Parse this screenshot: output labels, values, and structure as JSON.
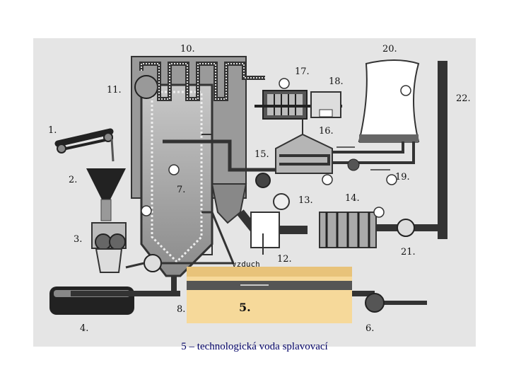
{
  "labels": {
    "l1": "1.",
    "l2": "2.",
    "l3": "3.",
    "l4": "4.",
    "l5": "5.",
    "l6": "6.",
    "l7": "7.",
    "l8": "8.",
    "l10": "10.",
    "l11": "11.",
    "l12": "12.",
    "l13": "13.",
    "l14": "14.",
    "l15": "15.",
    "l16": "16.",
    "l17": "17.",
    "l18": "18.",
    "l19": "19.",
    "l20": "20.",
    "l21": "21.",
    "l22": "22."
  },
  "air_label": "vzduch",
  "caption": "5 – technologická voda splavovací",
  "colors": {
    "highlight": "#f6d99a",
    "highlight_top": "#e8c37a",
    "pipe": "#333333",
    "caption": "#000066"
  }
}
